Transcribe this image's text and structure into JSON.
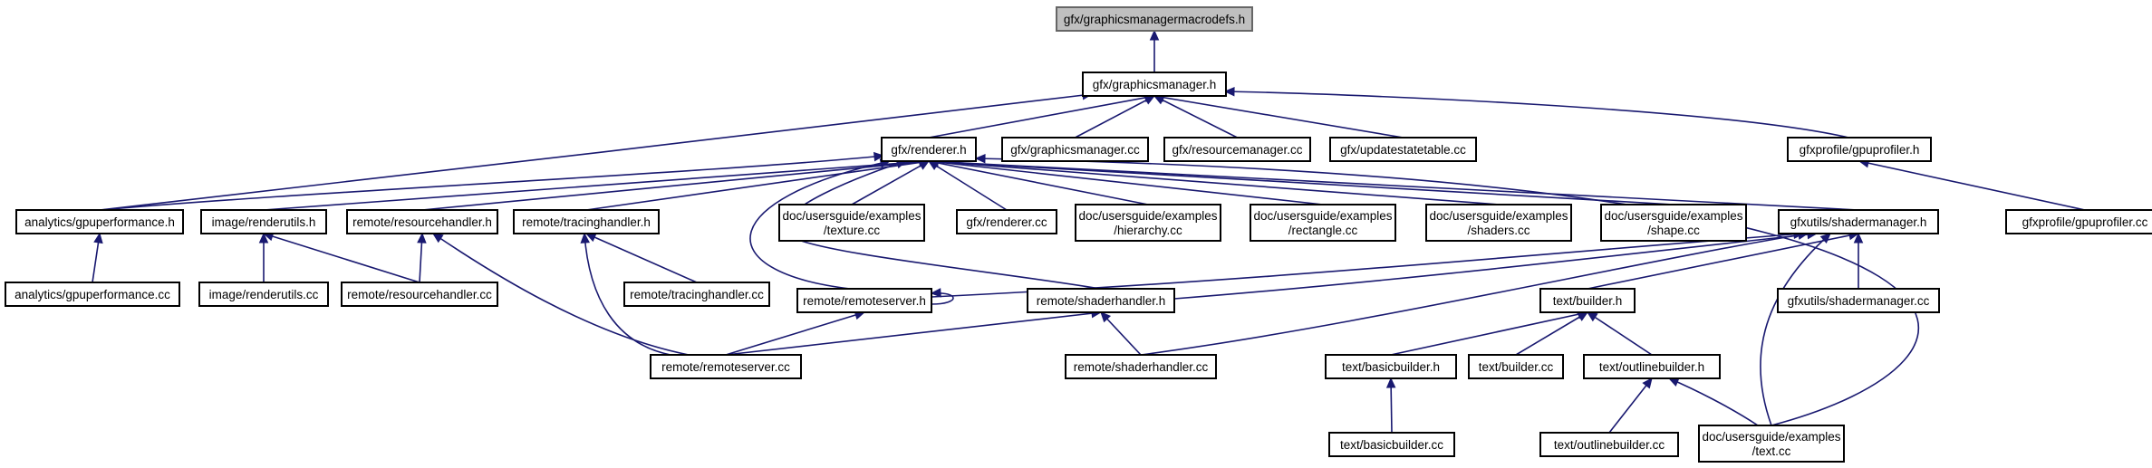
{
  "nodes": [
    {
      "id": "root",
      "lines": [
        "gfx/graphicsmanagermacrodefs.h"
      ]
    },
    {
      "id": "graphicsmanager_h",
      "lines": [
        "gfx/graphicsmanager.h"
      ]
    },
    {
      "id": "renderer_h",
      "lines": [
        "gfx/renderer.h"
      ]
    },
    {
      "id": "graphicsmanager_cc",
      "lines": [
        "gfx/graphicsmanager.cc"
      ]
    },
    {
      "id": "resourcemanager_cc",
      "lines": [
        "gfx/resourcemanager.cc"
      ]
    },
    {
      "id": "updatestatetable_cc",
      "lines": [
        "gfx/updatestatetable.cc"
      ]
    },
    {
      "id": "gpuprofiler_h",
      "lines": [
        "gfxprofile/gpuprofiler.h"
      ]
    },
    {
      "id": "gpuperformance_h",
      "lines": [
        "analytics/gpuperformance.h"
      ]
    },
    {
      "id": "renderutils_h",
      "lines": [
        "image/renderutils.h"
      ]
    },
    {
      "id": "resourcehandler_h",
      "lines": [
        "remote/resourcehandler.h"
      ]
    },
    {
      "id": "tracinghandler_h",
      "lines": [
        "remote/tracinghandler.h"
      ]
    },
    {
      "id": "texture_cc",
      "lines": [
        "doc/usersguide/examples",
        "/texture.cc"
      ]
    },
    {
      "id": "renderer_cc",
      "lines": [
        "gfx/renderer.cc"
      ]
    },
    {
      "id": "hierarchy_cc",
      "lines": [
        "doc/usersguide/examples",
        "/hierarchy.cc"
      ]
    },
    {
      "id": "rectangle_cc",
      "lines": [
        "doc/usersguide/examples",
        "/rectangle.cc"
      ]
    },
    {
      "id": "shaders_cc",
      "lines": [
        "doc/usersguide/examples",
        "/shaders.cc"
      ]
    },
    {
      "id": "shape_cc",
      "lines": [
        "doc/usersguide/examples",
        "/shape.cc"
      ]
    },
    {
      "id": "shadermanager_h",
      "lines": [
        "gfxutils/shadermanager.h"
      ]
    },
    {
      "id": "gpuprofiler_cc",
      "lines": [
        "gfxprofile/gpuprofiler.cc"
      ]
    },
    {
      "id": "gpuperformance_cc",
      "lines": [
        "analytics/gpuperformance.cc"
      ]
    },
    {
      "id": "renderutils_cc",
      "lines": [
        "image/renderutils.cc"
      ]
    },
    {
      "id": "resourcehandler_cc",
      "lines": [
        "remote/resourcehandler.cc"
      ]
    },
    {
      "id": "tracinghandler_cc",
      "lines": [
        "remote/tracinghandler.cc"
      ]
    },
    {
      "id": "remoteserver_h",
      "lines": [
        "remote/remoteserver.h"
      ]
    },
    {
      "id": "shaderhandler_h",
      "lines": [
        "remote/shaderhandler.h"
      ]
    },
    {
      "id": "builder_h",
      "lines": [
        "text/builder.h"
      ]
    },
    {
      "id": "shadermanager_cc",
      "lines": [
        "gfxutils/shadermanager.cc"
      ]
    },
    {
      "id": "remoteserver_cc",
      "lines": [
        "remote/remoteserver.cc"
      ]
    },
    {
      "id": "shaderhandler_cc",
      "lines": [
        "remote/shaderhandler.cc"
      ]
    },
    {
      "id": "basicbuilder_h",
      "lines": [
        "text/basicbuilder.h"
      ]
    },
    {
      "id": "builder_cc",
      "lines": [
        "text/builder.cc"
      ]
    },
    {
      "id": "outlinebuilder_h",
      "lines": [
        "text/outlinebuilder.h"
      ]
    },
    {
      "id": "basicbuilder_cc",
      "lines": [
        "text/basicbuilder.cc"
      ]
    },
    {
      "id": "outlinebuilder_cc",
      "lines": [
        "text/outlinebuilder.cc"
      ]
    },
    {
      "id": "text_cc",
      "lines": [
        "doc/usersguide/examples",
        "/text.cc"
      ]
    }
  ],
  "edges": [
    {
      "from": "graphicsmanager_h",
      "to": "root"
    },
    {
      "from": "renderer_h",
      "to": "graphicsmanager_h"
    },
    {
      "from": "graphicsmanager_cc",
      "to": "graphicsmanager_h"
    },
    {
      "from": "resourcemanager_cc",
      "to": "graphicsmanager_h"
    },
    {
      "from": "updatestatetable_cc",
      "to": "graphicsmanager_h"
    },
    {
      "from": "gpuprofiler_h",
      "to": "graphicsmanager_h"
    },
    {
      "from": "gpuperformance_h",
      "to": "graphicsmanager_h"
    },
    {
      "from": "gpuperformance_h",
      "to": "renderer_h"
    },
    {
      "from": "renderutils_h",
      "to": "renderer_h"
    },
    {
      "from": "resourcehandler_h",
      "to": "renderer_h"
    },
    {
      "from": "tracinghandler_h",
      "to": "renderer_h"
    },
    {
      "from": "texture_cc",
      "to": "renderer_h"
    },
    {
      "from": "renderer_cc",
      "to": "renderer_h"
    },
    {
      "from": "hierarchy_cc",
      "to": "renderer_h"
    },
    {
      "from": "rectangle_cc",
      "to": "renderer_h"
    },
    {
      "from": "shaders_cc",
      "to": "renderer_h"
    },
    {
      "from": "shape_cc",
      "to": "renderer_h"
    },
    {
      "from": "shadermanager_h",
      "to": "renderer_h"
    },
    {
      "from": "remoteserver_h",
      "to": "renderer_h"
    },
    {
      "from": "shaderhandler_h",
      "to": "renderer_h"
    },
    {
      "from": "text_cc",
      "to": "renderer_h"
    },
    {
      "from": "gpuprofiler_cc",
      "to": "gpuprofiler_h"
    },
    {
      "from": "gpuperformance_cc",
      "to": "gpuperformance_h"
    },
    {
      "from": "renderutils_cc",
      "to": "renderutils_h"
    },
    {
      "from": "resourcehandler_cc",
      "to": "renderutils_h"
    },
    {
      "from": "resourcehandler_cc",
      "to": "resourcehandler_h"
    },
    {
      "from": "remoteserver_cc",
      "to": "resourcehandler_h"
    },
    {
      "from": "tracinghandler_cc",
      "to": "tracinghandler_h"
    },
    {
      "from": "remoteserver_cc",
      "to": "tracinghandler_h"
    },
    {
      "from": "remoteserver_h",
      "to": "remoteserver_h"
    },
    {
      "from": "remoteserver_cc",
      "to": "remoteserver_h"
    },
    {
      "from": "remoteserver_h",
      "to": "shadermanager_h"
    },
    {
      "from": "shaderhandler_h",
      "to": "shadermanager_h"
    },
    {
      "from": "shaderhandler_cc",
      "to": "shadermanager_h"
    },
    {
      "from": "builder_h",
      "to": "shadermanager_h"
    },
    {
      "from": "shadermanager_cc",
      "to": "shadermanager_h"
    },
    {
      "from": "text_cc",
      "to": "shadermanager_h"
    },
    {
      "from": "remoteserver_cc",
      "to": "shaderhandler_h"
    },
    {
      "from": "shaderhandler_cc",
      "to": "shaderhandler_h"
    },
    {
      "from": "basicbuilder_h",
      "to": "builder_h"
    },
    {
      "from": "builder_cc",
      "to": "builder_h"
    },
    {
      "from": "outlinebuilder_h",
      "to": "builder_h"
    },
    {
      "from": "basicbuilder_cc",
      "to": "basicbuilder_h"
    },
    {
      "from": "outlinebuilder_cc",
      "to": "outlinebuilder_h"
    },
    {
      "from": "text_cc",
      "to": "outlinebuilder_h"
    }
  ],
  "colors": {
    "edge": "#191970",
    "root_fill": "#bfbfbf",
    "node_fill": "#ffffff",
    "node_border": "#000000"
  }
}
